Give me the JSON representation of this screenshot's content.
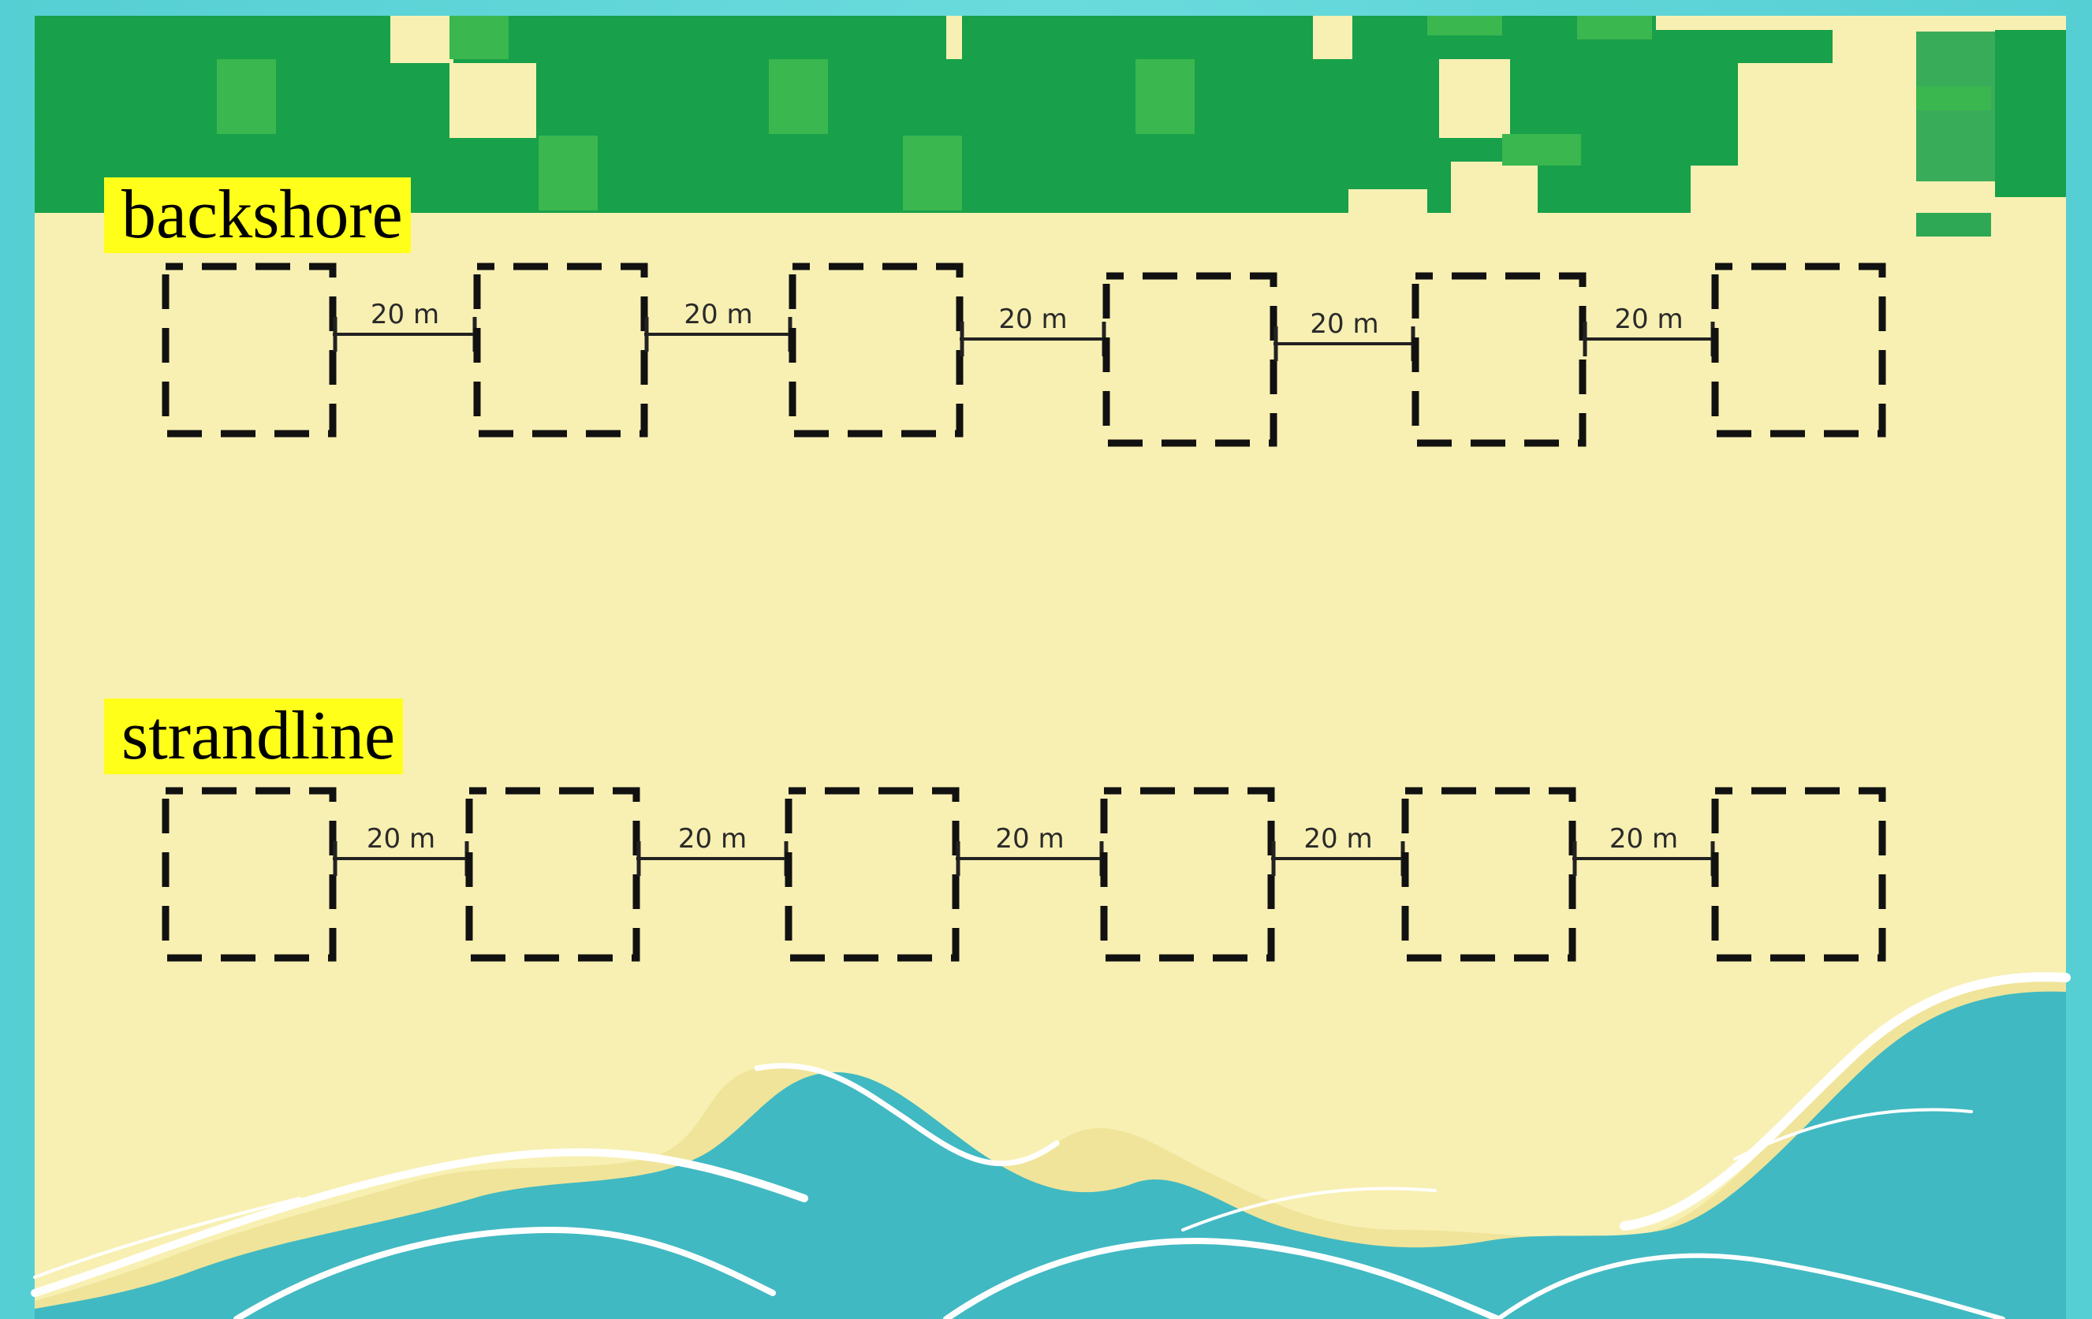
{
  "zones": [
    {
      "label": "backshore",
      "quadrats": 6,
      "spacing_labels": [
        "20 m",
        "20 m",
        "20 m",
        "20 m",
        "20 m"
      ]
    },
    {
      "label": "strandline",
      "quadrats": 6,
      "spacing_labels": [
        "20 m",
        "20 m",
        "20 m",
        "20 m",
        "20 m"
      ]
    }
  ],
  "colors": {
    "border_water": "#5fd3d6",
    "sand": "#f8f0b2",
    "vegetation": "#18a04a",
    "vegetation_light": "#3ab74f",
    "sea": "#41b9c2",
    "wave_highlight": "#ffffff",
    "label_highlight": "#ffff1a",
    "quadrat_outline": "#111111"
  },
  "icons": [
    "dashed-square-quadrat-icon",
    "measure-line-icon"
  ]
}
